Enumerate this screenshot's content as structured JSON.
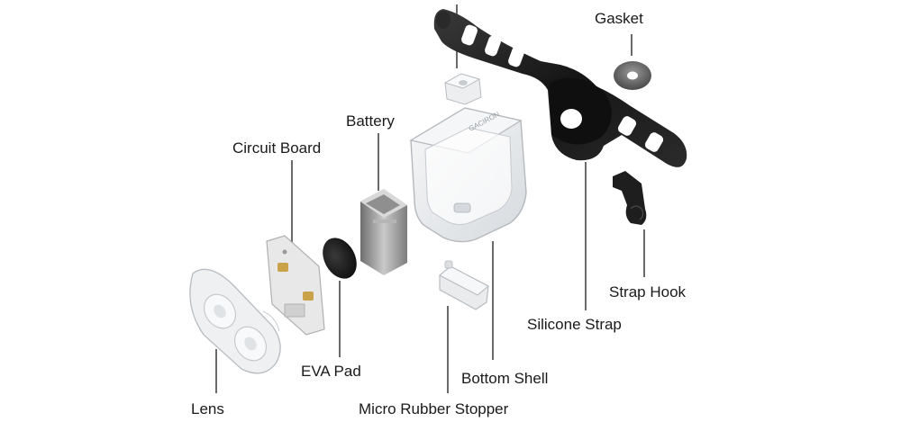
{
  "labels": {
    "gasket": "Gasket",
    "battery": "Battery",
    "circuit_board": "Circuit Board",
    "eva_pad": "EVA Pad",
    "lens": "Lens",
    "micro_rubber_stopper": "Micro Rubber Stopper",
    "bottom_shell": "Bottom Shell",
    "silicone_strap": "Silicone Strap",
    "strap_hook": "Strap Hook"
  },
  "shell_text": "GACIRON",
  "colors": {
    "background": "#ffffff",
    "label_text": "#1a1a1a",
    "leader_line": "#1a1a1a",
    "strap_black": "#1b1b1b",
    "transparent_plastic": "#e6e9ec",
    "battery_gray": "#9a9a9a"
  }
}
